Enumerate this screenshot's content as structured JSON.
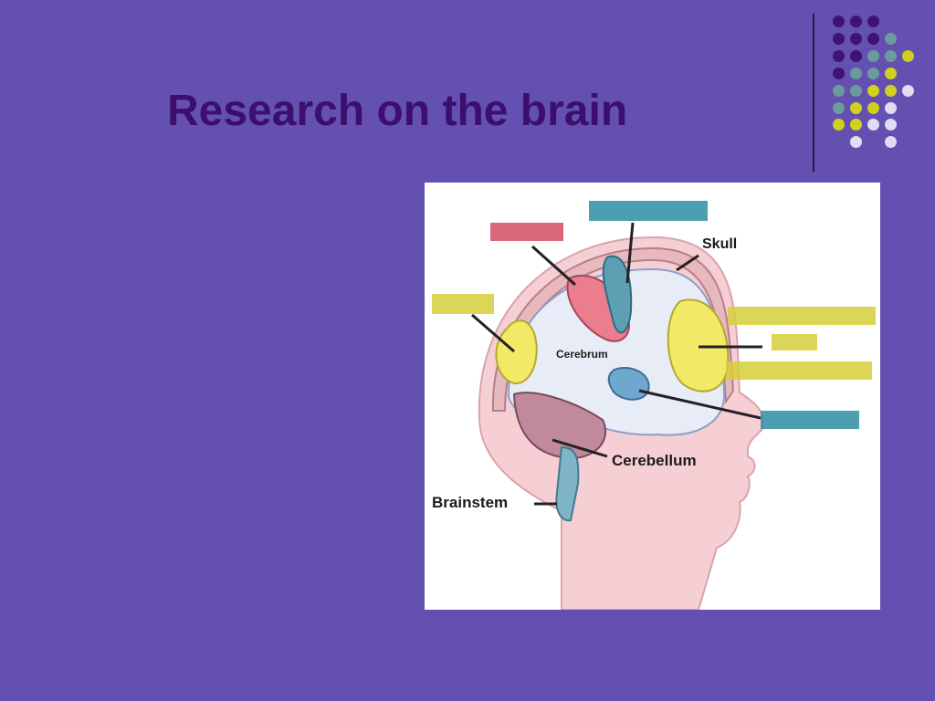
{
  "slide": {
    "title": "Research on the brain"
  },
  "decoration": {
    "dot_colors": {
      "purple": "#3e1372",
      "teal": "#6d9a9c",
      "yellow": "#cfd11c",
      "lavender": "#e0dcf4"
    }
  },
  "figure": {
    "labels": {
      "skull": "Skull",
      "cerebrum": "Cerebrum",
      "cerebellum": "Cerebellum",
      "brainstem": "Brainstem"
    }
  },
  "colors": {
    "background": "#6350b0",
    "title": "#3c0f6e"
  }
}
